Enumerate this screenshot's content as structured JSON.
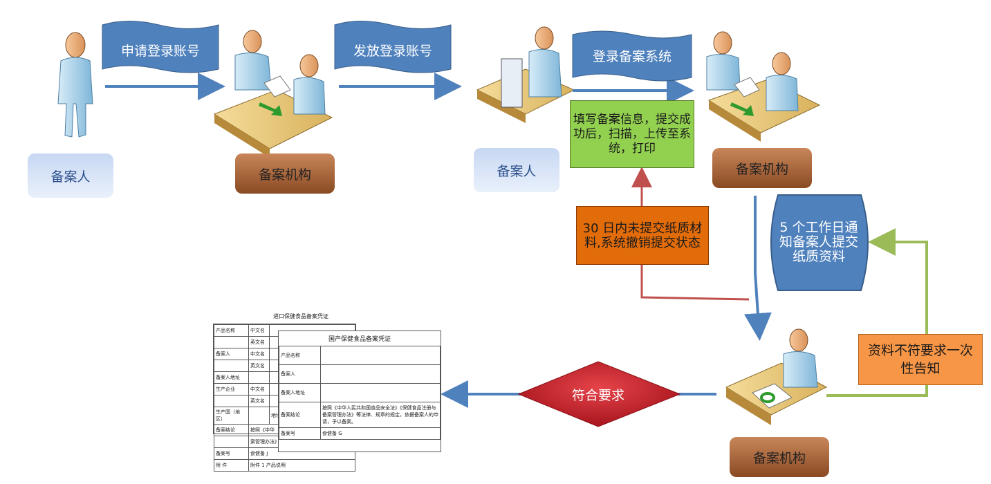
{
  "steps": {
    "apply": "申请登录账号",
    "issue": "发放登录账号",
    "login": "登录备案系统"
  },
  "actors": {
    "applicant_1": "备案人",
    "org_1": "备案机构",
    "applicant_2": "备案人",
    "org_2": "备案机构",
    "org_3": "备案机构"
  },
  "notes": {
    "fill": "填写备案信息，提交成功后，扫描，上传至系统，打印",
    "timeout": "30 日内未提交纸质材料,系统撤销提交状态",
    "notify": "5 个工作日通知备案人提交纸质资料",
    "reject": "资料不符要求一次性告知",
    "approve": "符合要求"
  },
  "documents": {
    "import_title": "进口保健食品备案凭证",
    "domestic_title": "国产保健食品备案凭证",
    "rows_back": [
      "产品名称",
      "备案人",
      "备案人地址",
      "生产企业",
      "生产国（地区）",
      "备案结论",
      "备案号",
      "附 件"
    ],
    "back_sub": [
      "中文名",
      "英文名",
      "中文名",
      "英文名",
      "中文名",
      "英文名"
    ],
    "back_extra": [
      "地址",
      "按照《中华",
      "案管理办法》等",
      "食健备 J",
      "附件 1 产品说明"
    ],
    "rows_front": [
      "产品名称",
      "备案人",
      "备案人地址",
      "备案结论",
      "备案号"
    ],
    "conclusion": "按照《中华人民共和国食品安全法》《保健食品注册与备案管理办法》等法律、规章的规定，依据备案人的申请，予以备案。",
    "number_prefix": "食健备 G"
  },
  "colors": {
    "arrow_blue": "#4f81bd",
    "arrow_red": "#c0504d",
    "arrow_green": "#9bbb59",
    "banner_blue": "#4f81bd",
    "note_green": "#92d050",
    "note_orange": "#e36c0a",
    "note_orange_light": "#f79646",
    "diamond_red": "#c0202a"
  }
}
